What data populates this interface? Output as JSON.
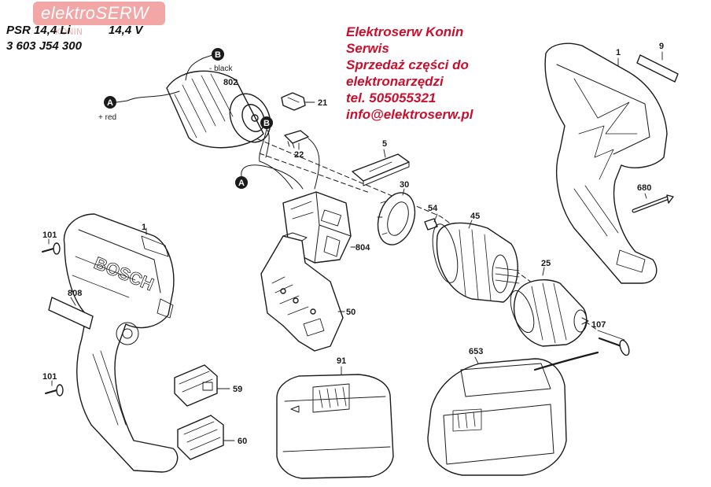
{
  "watermark": {
    "logo_text": "elektroSERW",
    "logo_subtext": "KONIN"
  },
  "model": {
    "name": "PSR 14,4 Li",
    "voltage": "14,4 V",
    "part_number": "3 603 J54 300"
  },
  "dealer": {
    "lines": [
      "Elektroserw Konin",
      "Serwis",
      "Sprzedaż części do",
      "elektronarzędzi",
      "tel. 505055321",
      "info@elektroserw.pl"
    ]
  },
  "wire_markers": {
    "a_label": "A",
    "b_label": "B",
    "red_label": "+ red",
    "black_label": "- black"
  },
  "part_labels": {
    "p1_housing_left": "1",
    "p1_housing_right": "1",
    "p5": "5",
    "p9": "9",
    "p21": "21",
    "p22": "22",
    "p25": "25",
    "p30": "30",
    "p45": "45",
    "p50": "50",
    "p54": "54",
    "p59": "59",
    "p60": "60",
    "p91": "91",
    "p101_top": "101",
    "p101_bottom": "101",
    "p107": "107",
    "p653": "653",
    "p680": "680",
    "p802": "802",
    "p804": "804",
    "p808": "808"
  },
  "colors": {
    "dealer_text": "#c8102e",
    "logo_bg": "#f2a6a6",
    "line": "#1a1a1a"
  }
}
